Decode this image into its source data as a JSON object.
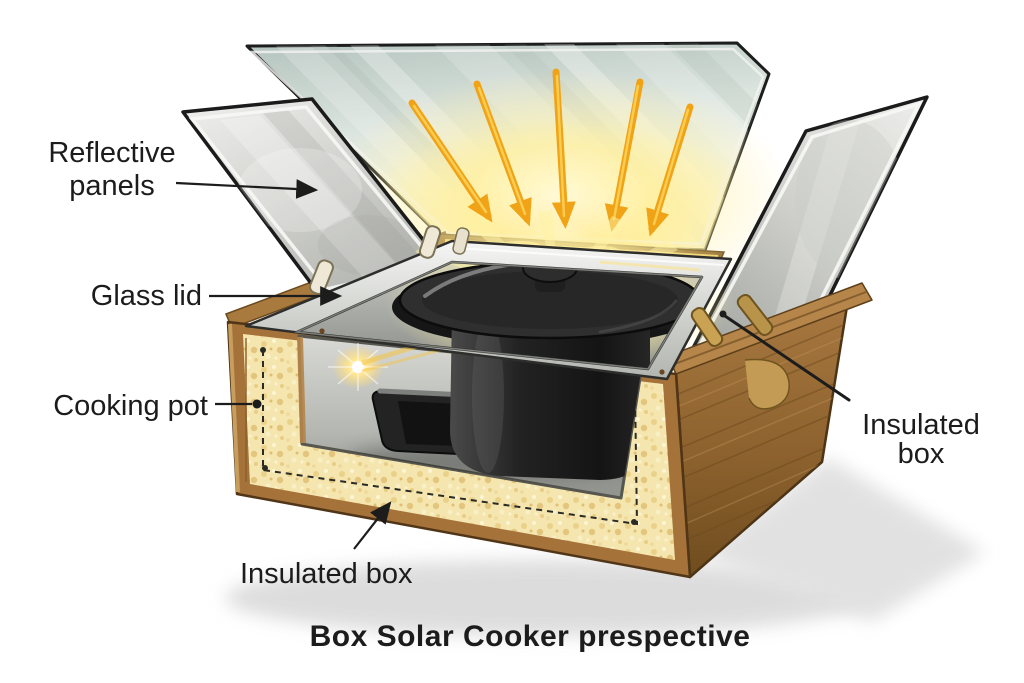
{
  "title": "Box Solar Cooker prespective",
  "labels": {
    "reflective_panels": {
      "line1": "Reflective",
      "line2": "panels"
    },
    "glass_lid": "Glass lid",
    "cooking_pot": "Cooking pot",
    "insulated_box_right": {
      "line1": "Insulated",
      "line2": "box"
    },
    "insulated_box_bottom": "Insulated box"
  },
  "colors": {
    "background": "#ffffff",
    "label_text": "#1c1c1c",
    "leader_line": "#1c1c1c",
    "sun_arrow": "#f0a316",
    "sun_glow": "#fff3a8",
    "wood": "#9a6a33",
    "wood_light": "#b5854a",
    "foam_insulation": "#f4e6ae",
    "foam_speckle": "#e3c57d",
    "reflector_metal": "#d9dad6",
    "back_panel_tint": "#c6d2cc",
    "chamber_metal": "#b9bbb6",
    "glass_lid_frame": "#d7d9d5",
    "cooking_pot_black": "#262626",
    "hinge_cream": "#efe8d6",
    "hinge_brass": "#c9a254"
  }
}
